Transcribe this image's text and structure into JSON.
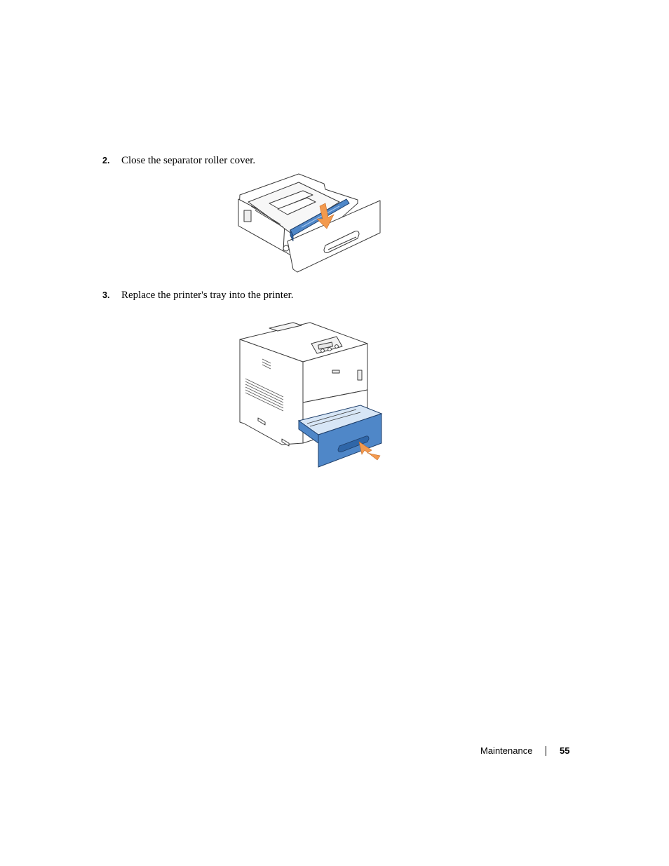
{
  "steps": [
    {
      "number": "2.",
      "text": "Close the separator roller cover."
    },
    {
      "number": "3.",
      "text": "Replace the printer's tray into the printer."
    }
  ],
  "figures": {
    "tray": {
      "icon": "paper-tray-illustration"
    },
    "printer": {
      "icon": "printer-with-tray-illustration"
    }
  },
  "footer": {
    "section": "Maintenance",
    "page_number": "55"
  },
  "colors": {
    "accent_blue": "#4f87c8",
    "arrow_orange": "#f39a4f",
    "outline": "#3a3a3a"
  }
}
